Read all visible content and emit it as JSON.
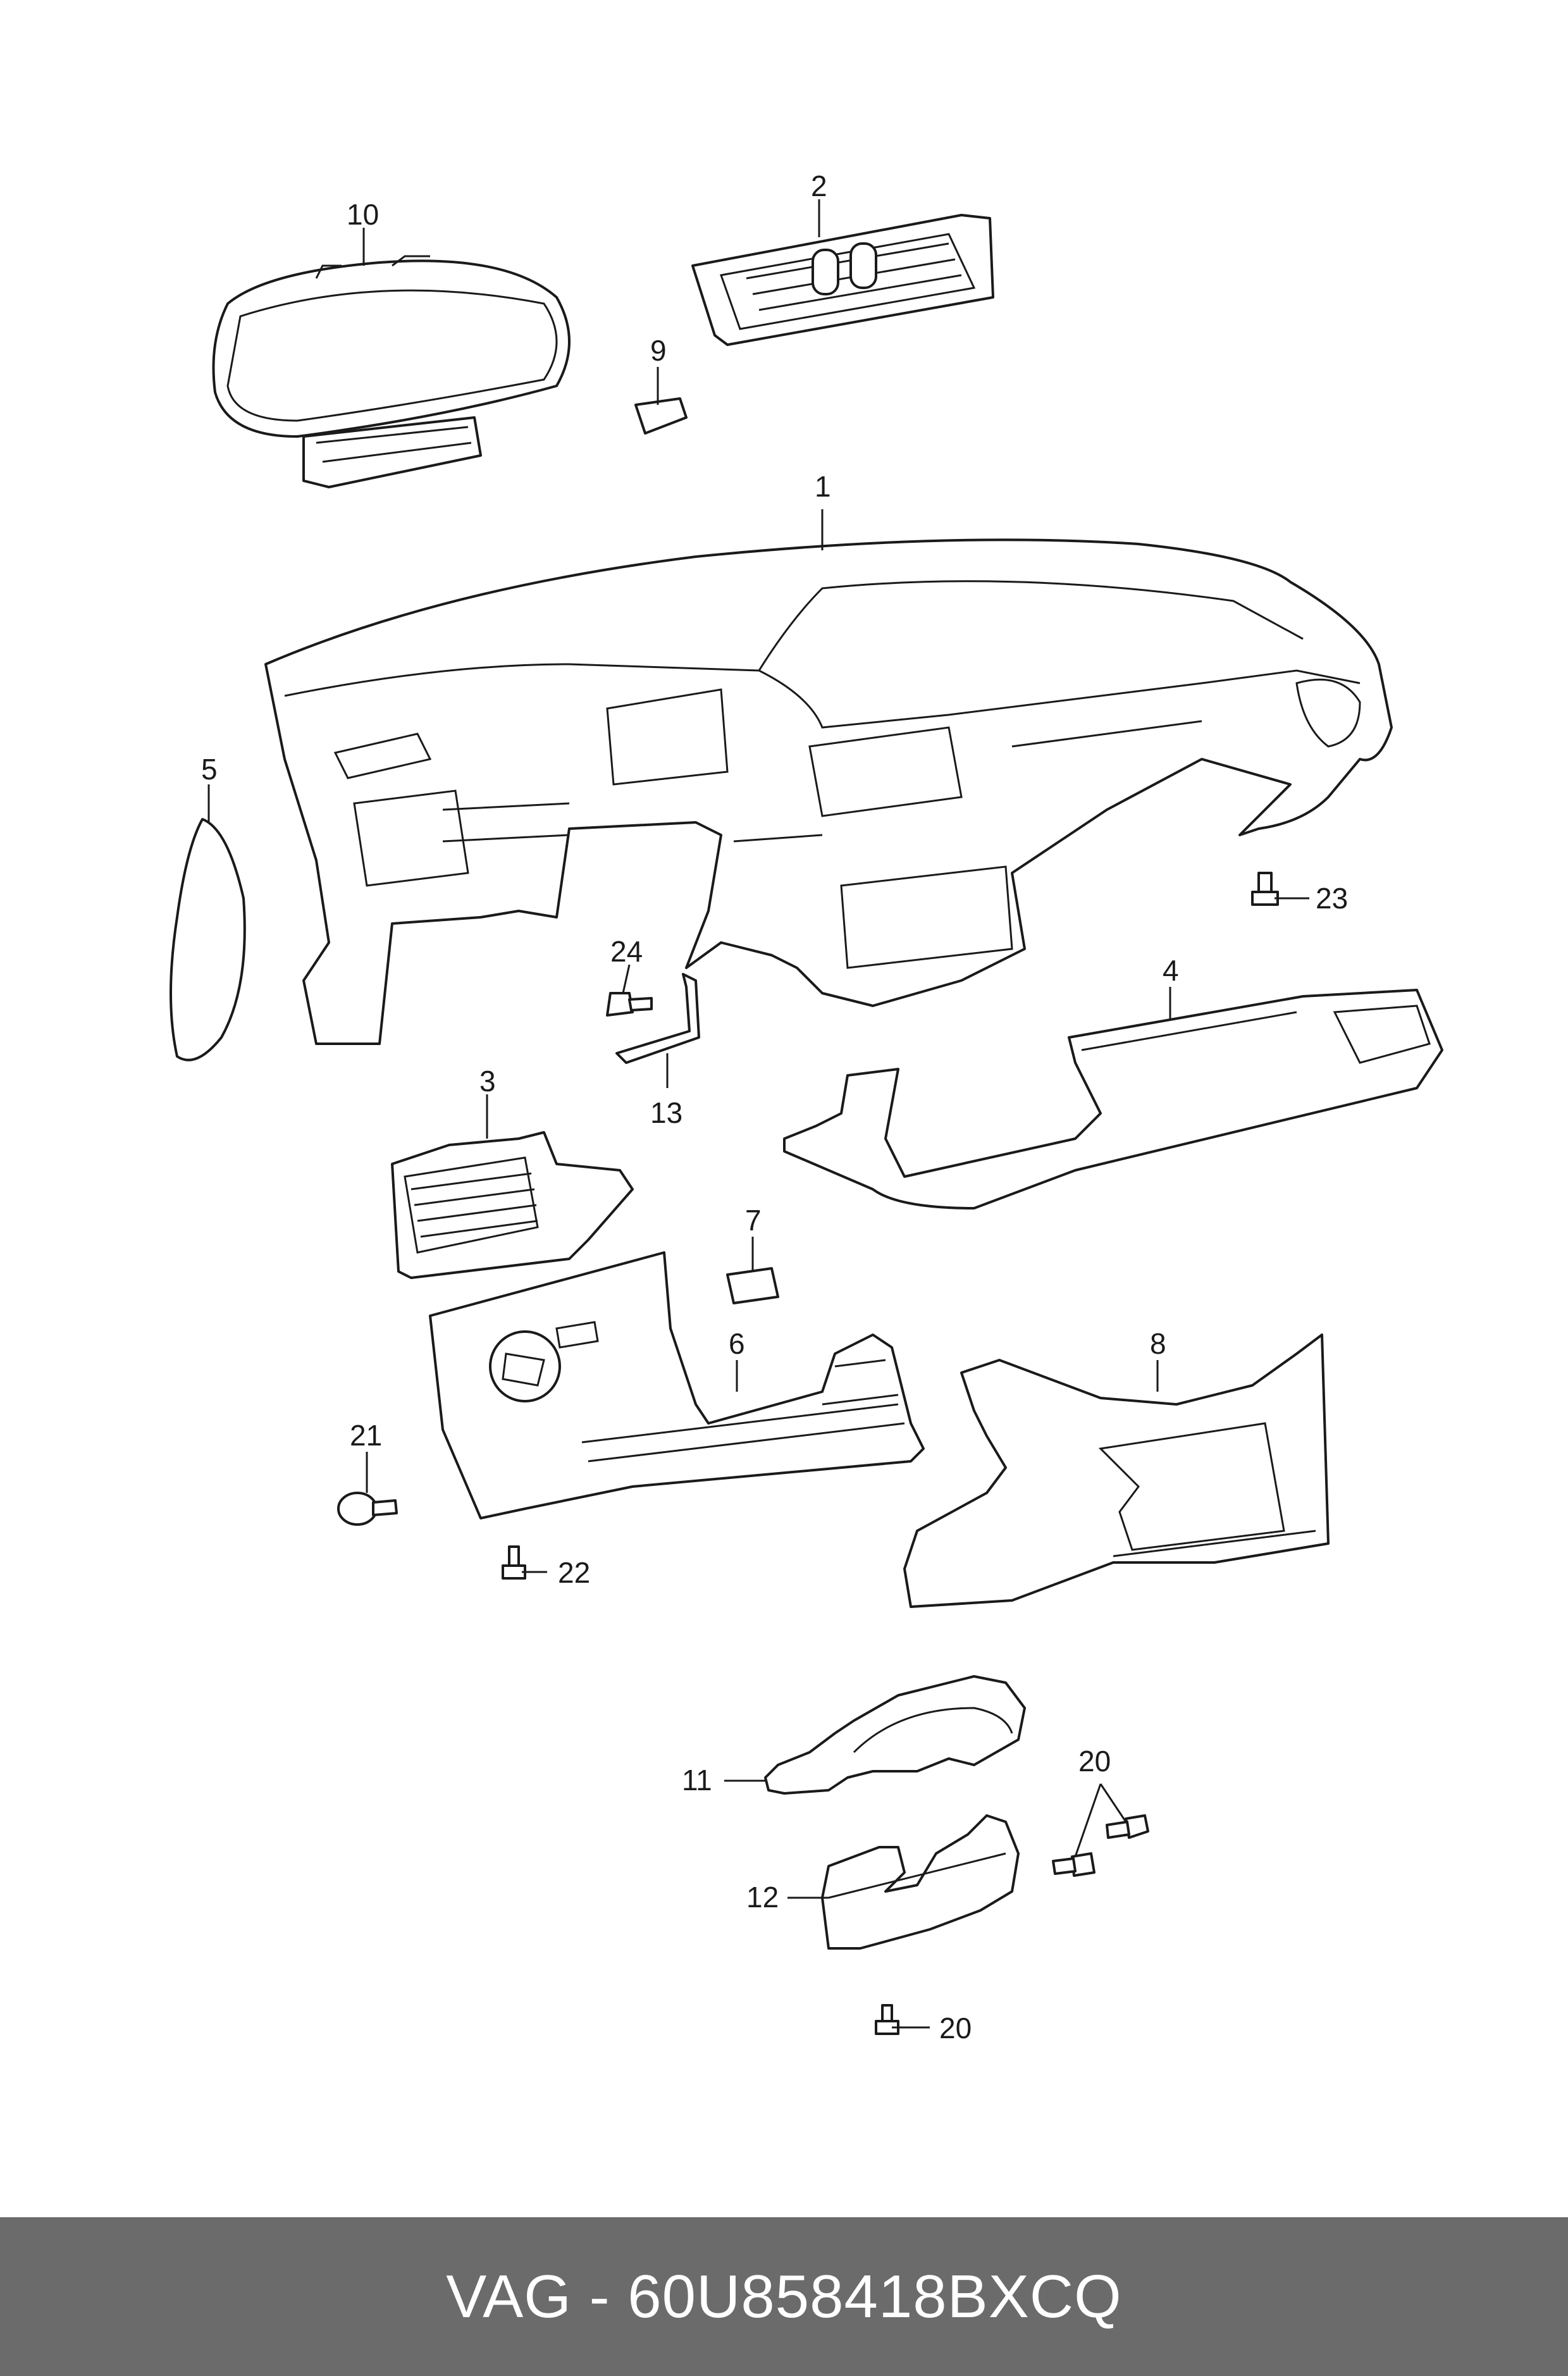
{
  "footer": {
    "text": "VAG - 60U858418BXCQ"
  },
  "callouts": {
    "c1": "1",
    "c2": "2",
    "c3": "3",
    "c4": "4",
    "c5": "5",
    "c6": "6",
    "c7": "7",
    "c8": "8",
    "c9": "9",
    "c10": "10",
    "c11": "11",
    "c12": "12",
    "c13": "13",
    "c20a": "20",
    "c20b": "20",
    "c21": "21",
    "c22": "22",
    "c23": "23",
    "c24": "24"
  },
  "colors": {
    "footer_bg": "#6b6b6b",
    "footer_text": "#ffffff",
    "line": "#1a1a1a"
  }
}
